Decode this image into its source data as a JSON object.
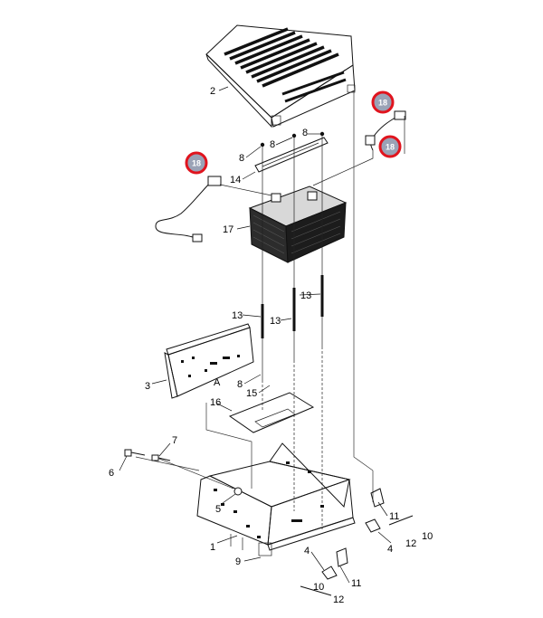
{
  "labels": {
    "p1": "1",
    "p2": "2",
    "p3": "3",
    "p4a": "4",
    "p4b": "4",
    "p5": "5",
    "p6": "6",
    "p7": "7",
    "p8a": "8",
    "p8b": "8",
    "p8c": "8",
    "p8d": "8",
    "p9": "9",
    "p10a": "10",
    "p10b": "10",
    "p11a": "11",
    "p11b": "11",
    "p12a": "12",
    "p12b": "12",
    "p13a": "13",
    "p13b": "13",
    "p13c": "13",
    "p14": "14",
    "p15": "15",
    "p16": "16",
    "p17": "17",
    "pA": "A"
  },
  "callouts": {
    "c1": "18",
    "c2": "18",
    "c3": "18"
  },
  "colors": {
    "callout_ring": "#e0141e",
    "callout_fill": "#9aa2b6",
    "line": "#111111"
  }
}
